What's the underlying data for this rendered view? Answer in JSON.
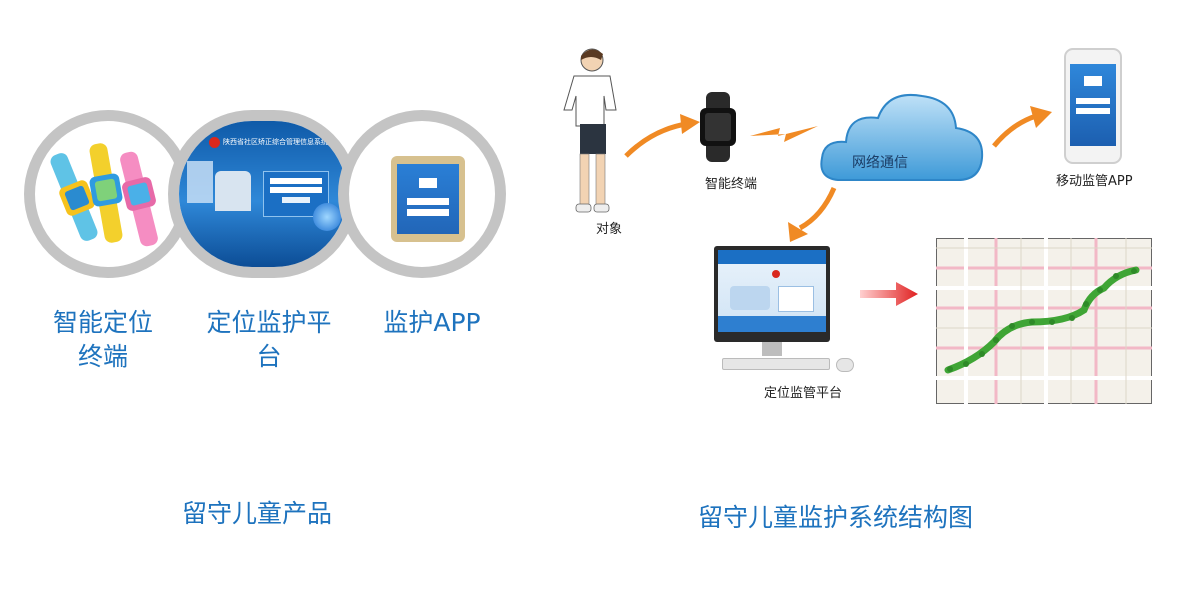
{
  "left": {
    "items": [
      {
        "label_line1": "智能定位",
        "label_line2": "终端"
      },
      {
        "label_line1": "定位监护平",
        "label_line2": "台"
      },
      {
        "label_line1": "监护APP",
        "label_line2": ""
      }
    ],
    "platform_header": "陕西省社区矫正综合管理信息系统",
    "caption": "留守儿童产品"
  },
  "right": {
    "nodes": {
      "subject": "对象",
      "terminal": "智能终端",
      "cloud": "网络通信",
      "mobile": "移动监管APP",
      "platform": "定位监管平台"
    },
    "caption": "留守儿童监护系统结构图"
  },
  "colors": {
    "accent_blue": "#1e73be",
    "ring_gray": "#c4c4c4",
    "arrow_orange": "#f08a24",
    "arrow_red": "#e02020",
    "track_green": "#3fa535"
  }
}
